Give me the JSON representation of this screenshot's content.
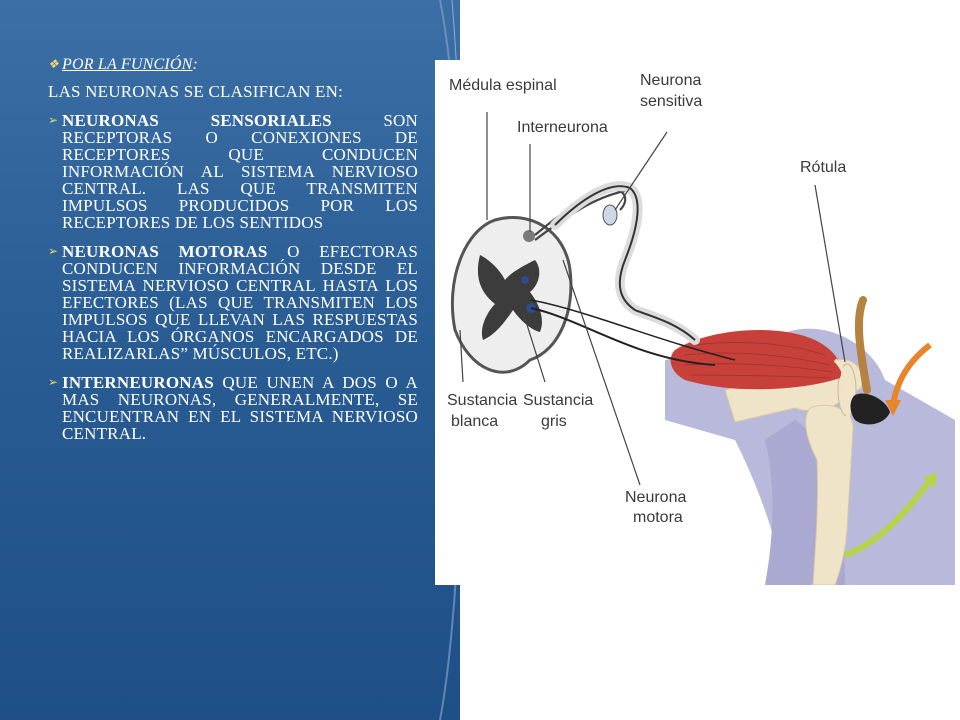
{
  "section": {
    "heading_prefix": "POR LA FUNCIÓN",
    "heading_suffix": ":"
  },
  "intro": "LAS NEURONAS SE CLASIFICAN EN:",
  "items": [
    {
      "term": "NEURONAS SENSORIALES",
      "text": "  SON RECEPTORAS O CONEXIONES DE RECEPTORES QUE CONDUCEN INFORMACIÓN AL SISTEMA NERVIOSO CENTRAL. LAS QUE TRANSMITEN IMPULSOS PRODUCIDOS POR LOS RECEPTORES DE LOS SENTIDOS"
    },
    {
      "term": "NEURONAS MOTORAS",
      "text": " O EFECTORAS CONDUCEN INFORMACIÓN DESDE EL SISTEMA NERVIOSO CENTRAL HASTA LOS EFECTORES (LAS QUE TRANSMITEN LOS IMPULSOS QUE LLEVAN LAS RESPUESTAS HACIA LOS ÓRGANOS ENCARGADOS DE REALIZARLAS” MÚSCULOS, ETC.)"
    },
    {
      "term": "INTERNEURONAS",
      "text": " QUE UNEN A DOS O A MAS NEURONAS, GENERALMENTE, SE ENCUENTRAN EN EL SISTEMA NERVIOSO CENTRAL."
    }
  ],
  "diagram": {
    "labels": {
      "medula": "Médula espinal",
      "neurona_sensitiva_1": "Neurona",
      "neurona_sensitiva_2": "sensitiva",
      "interneurona": "Interneurona",
      "rotula": "Rótula",
      "sustancia_blanca_1": "Sustancia",
      "sustancia_blanca_2": "blanca",
      "sustancia_gris_1": "Sustancia",
      "sustancia_gris_2": "gris",
      "neurona_motora_1": "Neurona",
      "neurona_motora_2": "motora"
    }
  },
  "colors": {
    "panel_blue": "#2a5d94",
    "bullet_gold": "#f5d56b",
    "muscle_red": "#c8403a",
    "bone": "#efe3c8",
    "leg_lavender": "#b9b9dc",
    "arrow_orange": "#e8842a",
    "arrow_green": "#b8d24a"
  }
}
